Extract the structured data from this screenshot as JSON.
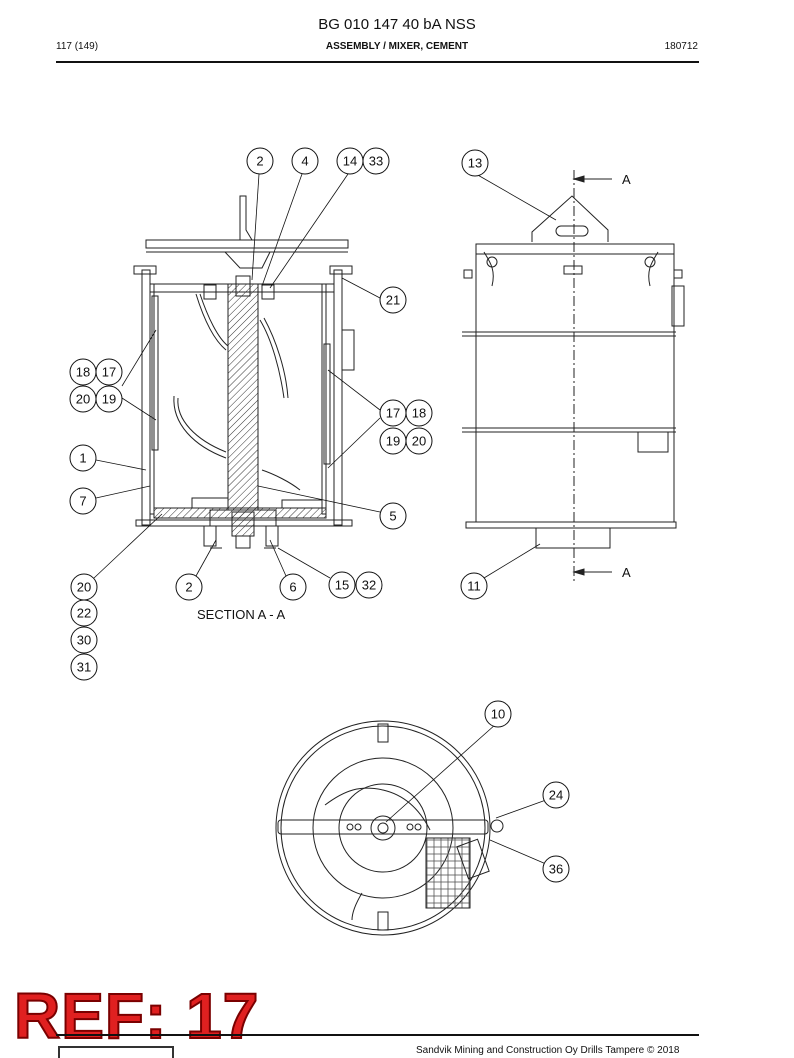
{
  "header": {
    "doc_id": "BG 010 147 40 bA NSS",
    "page": "117 (149)",
    "title": "ASSEMBLY / MIXER, CEMENT",
    "code": "180712"
  },
  "drawing": {
    "section_label": "SECTION A - A",
    "section_marker": "A",
    "callouts": [
      "2",
      "4",
      "14",
      "33",
      "13",
      "21",
      "18",
      "17",
      "20",
      "19",
      "17",
      "18",
      "19",
      "20",
      "1",
      "7",
      "5",
      "20",
      "2",
      "6",
      "15",
      "32",
      "11",
      "22",
      "30",
      "31",
      "10",
      "24",
      "36"
    ]
  },
  "stamp": {
    "ref": "REF: 17"
  },
  "footer": {
    "text": "Sandvik Mining and Construction Oy Drills Tampere © 2018"
  }
}
